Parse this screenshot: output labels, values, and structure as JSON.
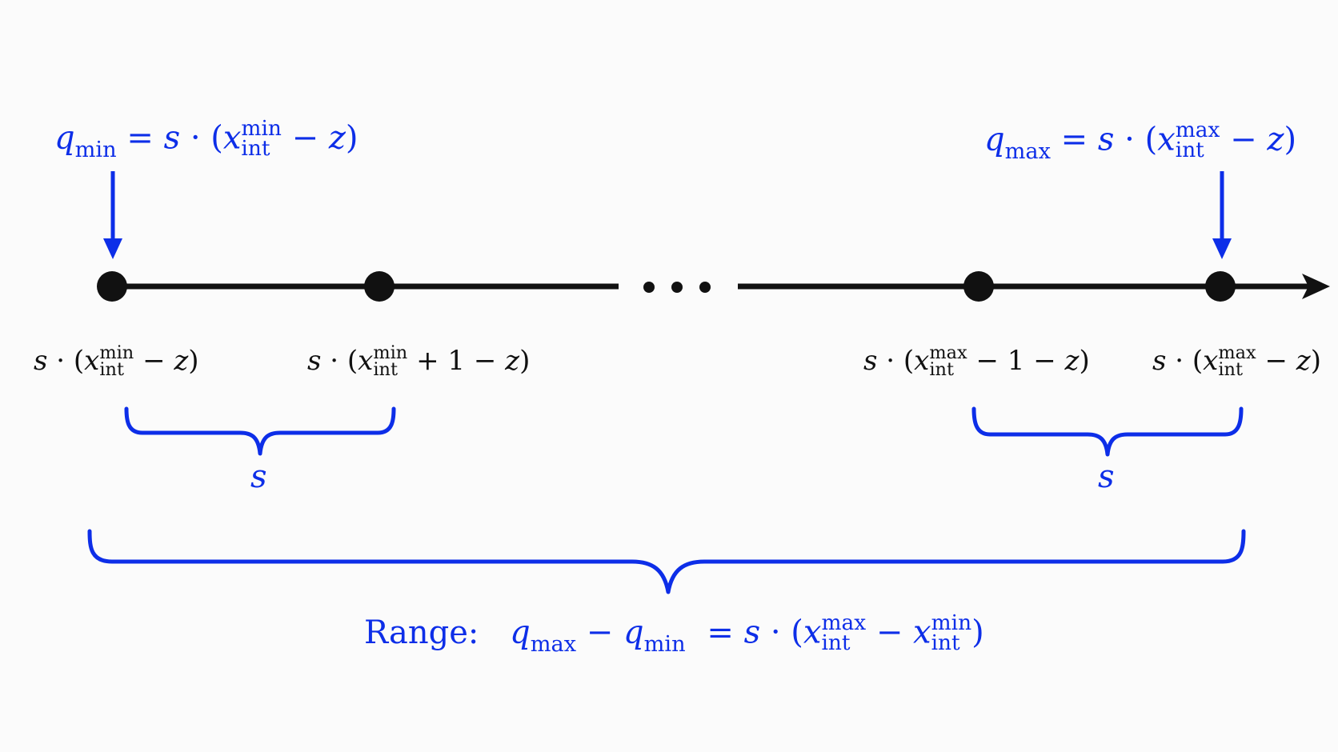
{
  "labels": {
    "q": "q",
    "s": "s",
    "z": "z",
    "x": "x",
    "sub_min": "min",
    "sub_max": "max",
    "sub_int": "int",
    "equals": "=",
    "dot": "·",
    "minus": "−",
    "plus": "+",
    "one": "1",
    "lparen": "(",
    "rparen": ")",
    "range_word": "Range:",
    "ellipsis": "• • •"
  },
  "colors": {
    "accent": "#0d2ee8",
    "axis": "#111111",
    "background": "#fbfbfb"
  },
  "tick_points": [
    "s · (x_int^min − z)",
    "s · (x_int^min + 1 − z)",
    "s · (x_int^max − 1 − z)",
    "s · (x_int^max − z)"
  ],
  "formulas": {
    "q_min": "q_min = s · (x_int^min − z)",
    "q_max": "q_max = s · (x_int^max − z)",
    "step_left": "s",
    "step_right": "s",
    "range": "Range: q_max − q_min = s · (x_int^max − x_int^min)"
  }
}
